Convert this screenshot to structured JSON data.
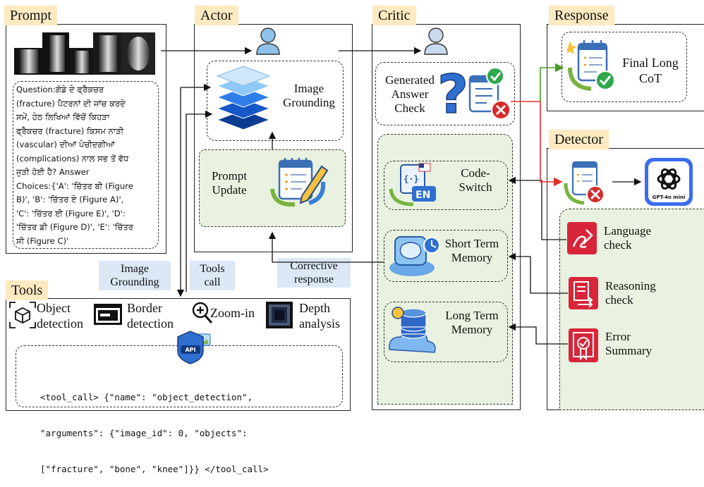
{
  "sections": {
    "prompt": "Prompt",
    "actor": "Actor",
    "critic": "Critic",
    "response": "Response",
    "detector": "Detector",
    "tools": "Tools"
  },
  "prompt": {
    "question_lines": [
      "Question:ਗੋਡੇ ਦੇ ਫ੍ਰੈਕਚਰ",
      "(fracture) ਪੈਟਰਨਾਂ ਦੀ ਜਾਂਚ ਕਰਦੇ",
      "ਸਮੇਂ, ਹੇਠ ਲਿਖਿਆਂ ਵਿੱਚੋਂ ਕਿਹੜਾ",
      "ਫ੍ਰੈਕਚਰ (fracture) ਕਿਸਮ ਨਾੜੀ",
      "(vascular) ਦੀਆਂ ਪੇਚੀਦਗੀਆਂ",
      "(complications) ਨਾਲ ਸਭ ਤੋਂ ਵੱਧ",
      "ਜੁੜੀ ਹੋਈ ਹੈ? Answer",
      "Choices:{'A': 'ਚਿੱਤਰ ਬੀ (Figure",
      "B)', 'B': 'ਚਿੱਤਰ ਏ (Figure A)',",
      "'C': 'ਚਿੱਤਰ ਈ (Figure E)', 'D':",
      "'ਚਿੱਤਰ ਡੀ (Figure D)', 'E': 'ਚਿੱਤਰ",
      "ਸੀ (Figure C)'"
    ]
  },
  "actor": {
    "image_grounding": [
      "Image",
      "Grounding"
    ],
    "prompt_update": [
      "Prompt",
      "Update"
    ]
  },
  "critic": {
    "generated_answer_check": [
      "Generated",
      "Answer",
      "Check"
    ],
    "code_switch": [
      "Code-",
      "Switch"
    ],
    "short_term_memory": [
      "Short Term",
      "Memory"
    ],
    "long_term_memory": [
      "Long Term",
      "Memory"
    ],
    "en_badge": "EN"
  },
  "response": {
    "final": [
      "Final Long",
      "CoT"
    ]
  },
  "detector": {
    "model_badge": "GPT-4o mini",
    "checks": [
      [
        "Language",
        "check"
      ],
      [
        "Reasoning",
        "check"
      ],
      [
        "Error",
        "Summary"
      ]
    ]
  },
  "arrow_labels": {
    "image_grounding": [
      "Image",
      "Grounding"
    ],
    "tools_call": [
      "Tools",
      "call"
    ],
    "corrective": [
      "Corrective",
      "response"
    ]
  },
  "tools": {
    "items": [
      [
        "Object",
        "detection"
      ],
      [
        "Border",
        "detection"
      ],
      [
        "Zoom-in"
      ],
      [
        "Depth",
        "analysis"
      ]
    ],
    "api_badge": "API",
    "tool_call_lines": [
      "<tool_call> {\"name\": \"object_detection\",",
      "\"arguments\": {\"image_id\": 0, \"objects\":",
      "[\"fracture\", \"bone\", \"knee\"]}} </tool_call>"
    ]
  },
  "colors": {
    "header_bg": "#fdeac0",
    "green_panel": "#e9f2e0",
    "blue_label": "#dce8f5",
    "red_arrow": "#e0302a",
    "green_arrow": "#4a9a2c"
  }
}
